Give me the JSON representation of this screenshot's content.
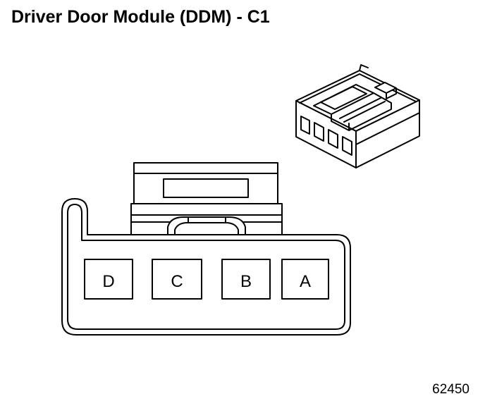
{
  "title": "Driver Door Module (DDM) - C1",
  "figure_number": "62450",
  "pins": [
    {
      "label": "D"
    },
    {
      "label": "C"
    },
    {
      "label": "B"
    },
    {
      "label": "A"
    }
  ],
  "colors": {
    "line": "#000000",
    "background": "#ffffff"
  }
}
